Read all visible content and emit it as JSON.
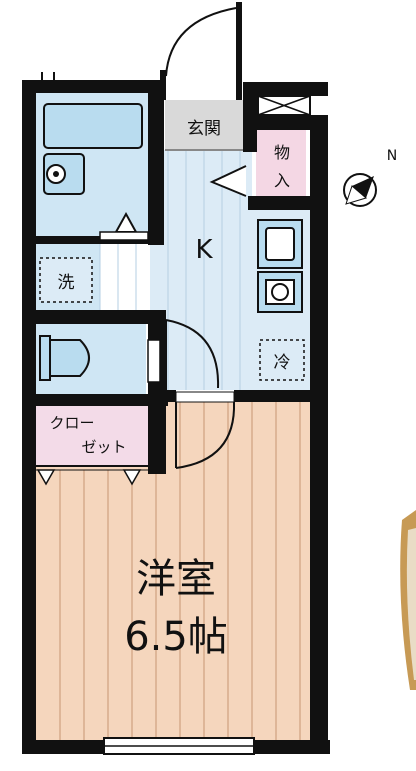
{
  "floorplan": {
    "rooms": {
      "genkan": "玄関",
      "storage": "物入",
      "kitchen": "K",
      "laundry": "洗",
      "fridge": "冷",
      "closet_line1": "クロー",
      "closet_line2": "ゼット",
      "western_room": "洋室",
      "western_room_size": "6.5帖"
    },
    "compass_label": "N"
  },
  "colors": {
    "wall": "#111111",
    "wet_area": "#cfe6f4",
    "kitchen_floor": "#dcebf6",
    "bedroom_floor": "#f5d6bd",
    "genkan_floor": "#d9d9d9",
    "storage_floor": "#f4d7e4",
    "closet_floor": "#f3dbe8",
    "fixture_fill": "#b9dcef"
  }
}
